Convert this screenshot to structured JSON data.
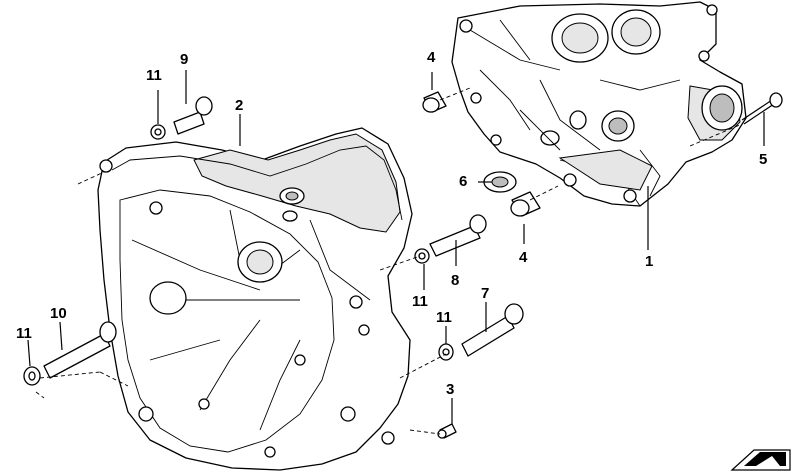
{
  "callouts": {
    "c1": "1",
    "c2": "2",
    "c3": "3",
    "c4a": "4",
    "c4b": "4",
    "c5": "5",
    "c6": "6",
    "c7": "7",
    "c8": "8",
    "c9": "9",
    "c10": "10",
    "c11a": "11",
    "c11b": "11",
    "c11c": "11",
    "c11d": "11"
  },
  "colors": {
    "line": "#000000",
    "background": "#ffffff",
    "shade": "#e6e6e6"
  },
  "icons": {
    "corner": "orientation-arrow-icon"
  }
}
